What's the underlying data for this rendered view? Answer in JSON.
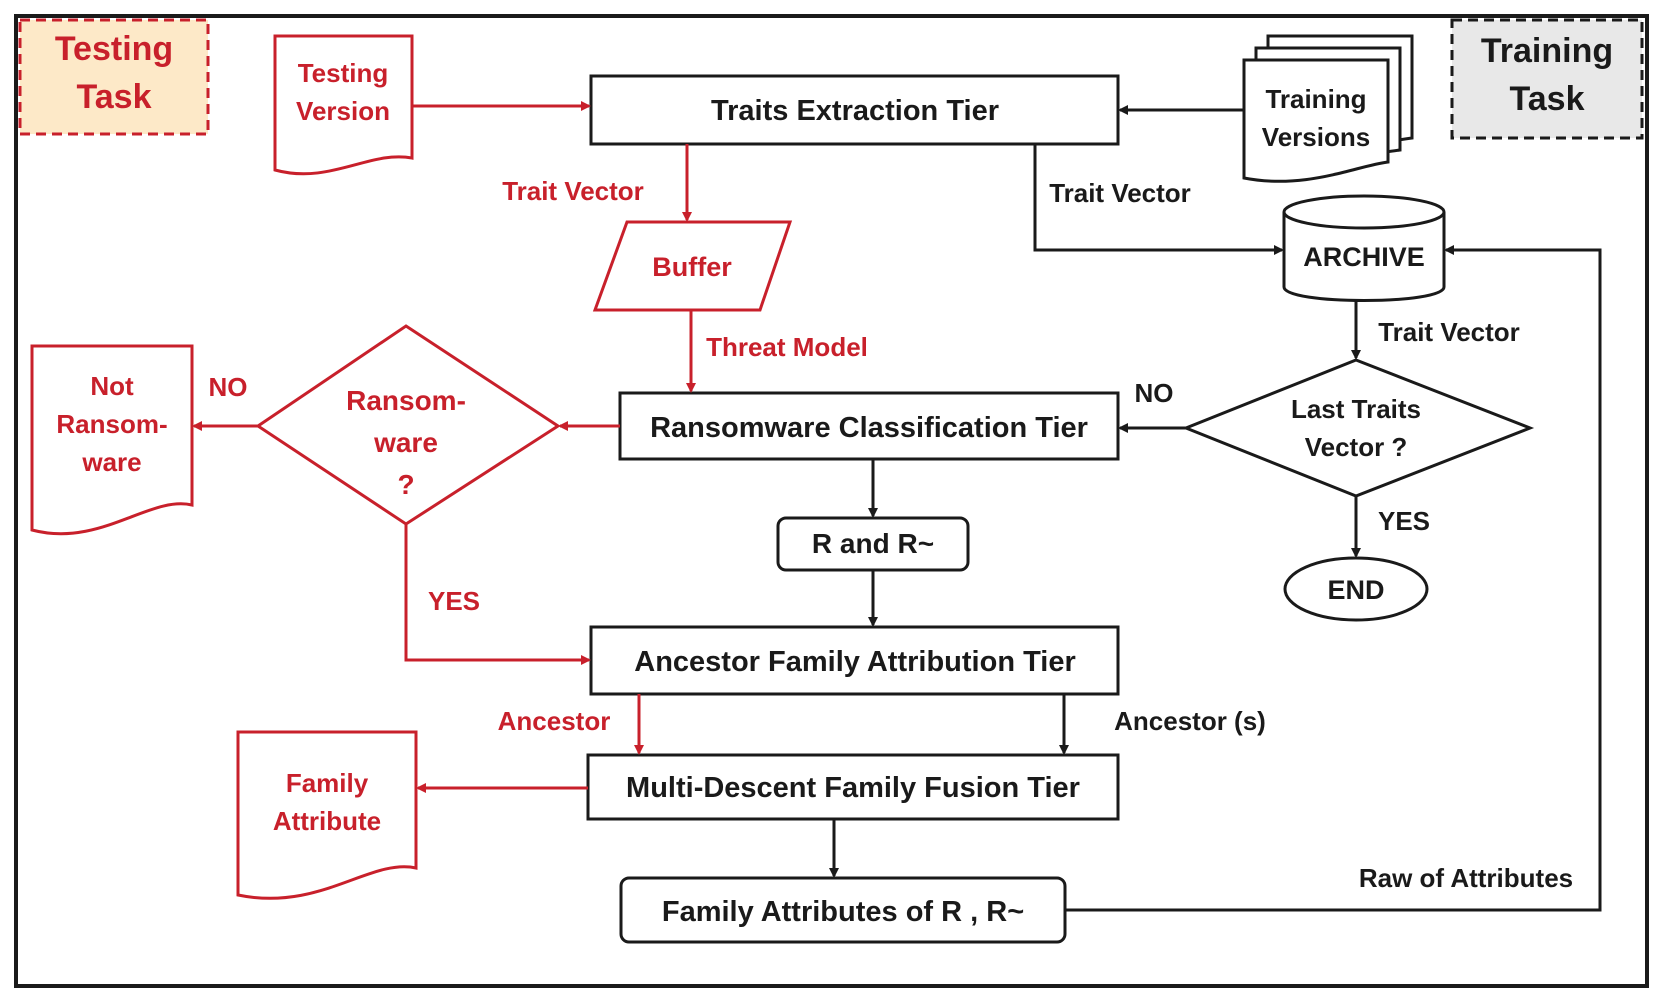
{
  "colors": {
    "red": "#c8202b",
    "black": "#1a1a1a",
    "testing_fill": "#fde9c8",
    "training_fill": "#e8e8e8"
  },
  "testing_task": {
    "line1": "Testing",
    "line2": "Task"
  },
  "training_task": {
    "line1": "Training",
    "line2": "Task"
  },
  "testing_version": {
    "line1": "Testing",
    "line2": "Version"
  },
  "training_versions": {
    "line1": "Training",
    "line2": "Versions"
  },
  "tiers": {
    "traits_extraction": "Traits Extraction Tier",
    "ransomware_classification": "Ransomware Classification Tier",
    "ancestor_family": "Ancestor Family Attribution Tier",
    "multi_descent": "Multi-Descent Family Fusion Tier"
  },
  "buffer": "Buffer",
  "archive": "ARCHIVE",
  "end": "END",
  "r_and_r": "R and R~",
  "family_attributes_box": "Family Attributes of R , R~",
  "ransomware_decision": {
    "line1": "Ransom-",
    "line2": "ware",
    "line3": "?"
  },
  "last_traits_decision": {
    "line1": "Last Traits",
    "line2": "Vector ?"
  },
  "not_ransomware": {
    "line1": "Not",
    "line2": "Ransom-",
    "line3": "ware"
  },
  "family_attribute_doc": {
    "line1": "Family",
    "line2": "Attribute"
  },
  "labels": {
    "trait_vector_red": "Trait Vector",
    "trait_vector_black_top": "Trait Vector",
    "trait_vector_black_archive": "Trait Vector",
    "threat_model": "Threat Model",
    "no_left": "NO",
    "no_right": "NO",
    "yes_left": "YES",
    "yes_right": "YES",
    "ancestor": "Ancestor",
    "ancestors": "Ancestor (s)",
    "raw_of_attributes": "Raw of Attributes"
  }
}
